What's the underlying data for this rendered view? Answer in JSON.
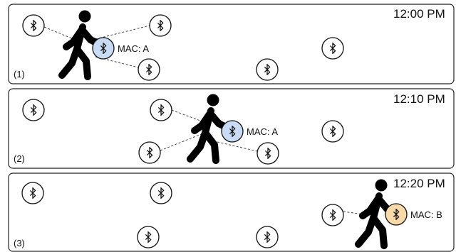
{
  "panels": [
    {
      "label": "(1)",
      "time": "12:00 PM",
      "device": {
        "mac_text": "MAC: A",
        "color": "#c9dcf5"
      }
    },
    {
      "label": "(2)",
      "time": "12:10 PM",
      "device": {
        "mac_text": "MAC: A",
        "color": "#c9dcf5"
      }
    },
    {
      "label": "(3)",
      "time": "12:20 PM",
      "device": {
        "mac_text": "MAC: B",
        "color": "#f8d9a8"
      }
    }
  ],
  "icons": {
    "beacon": "bluetooth-icon",
    "person": "walking-person-icon"
  }
}
